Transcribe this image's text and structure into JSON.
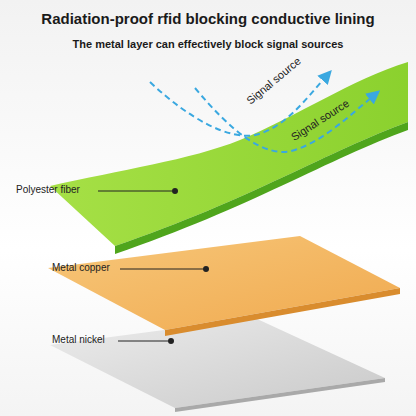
{
  "diagram": {
    "title": "Radiation-proof rfid blocking conductive lining",
    "labels": [
      "The metal layer can effectively block signal sources",
      "Signal source",
      "Signal source",
      "Polyester fiber",
      "Metal copper",
      "Metal nickel"
    ]
  }
}
